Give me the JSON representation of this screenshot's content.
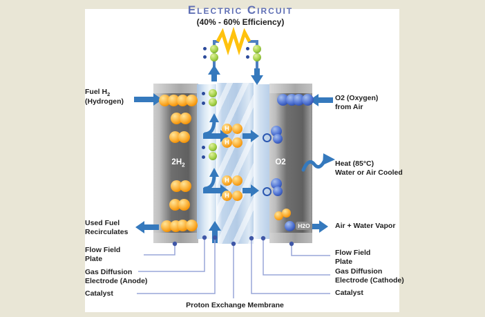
{
  "header": {
    "title": "Electric Circuit",
    "subtitle": "(40% - 60% Efficiency)"
  },
  "cell": {
    "anode_gas_pre": "2H",
    "anode_gas_sub": "2",
    "cathode_gas": "O2",
    "h_ion": "H",
    "water_badge": "H2O"
  },
  "labels": {
    "fuel_pre": "Fuel H",
    "fuel_sub": "2",
    "fuel_line2": "(Hydrogen)",
    "used_fuel_line1": "Used Fuel",
    "used_fuel_line2": "Recirculates",
    "flow_field_left_line1": "Flow Field",
    "flow_field_left_line2": "Plate",
    "gde_anode_line1": "Gas Diffusion",
    "gde_anode_line2": "Electrode (Anode)",
    "catalyst_left": "Catalyst",
    "pem": "Proton Exchange Membrane",
    "o2_line1": "O2 (Oxygen)",
    "o2_line2": "from Air",
    "heat_line1": "Heat (85°C)",
    "heat_line2": "Water or Air Cooled",
    "air_water": "Air + Water Vapor",
    "flow_field_right_line1": "Flow Field",
    "flow_field_right_line2": "Plate",
    "gde_cathode_line1": "Gas Diffusion",
    "gde_cathode_line2": "Electrode (Cathode)",
    "catalyst_right": "Catalyst"
  },
  "colors": {
    "arrow_blue": "#3579bd",
    "resistor_yellow": "#ffc20e",
    "title_blue": "#5f6fb4",
    "hydrogen_orange": "#f9a11b",
    "oxygen_blue": "#3a5fc0",
    "electron_green": "#9aca3c",
    "leader_line": "#98a6d8",
    "background_beige": "#e9e6d6"
  }
}
